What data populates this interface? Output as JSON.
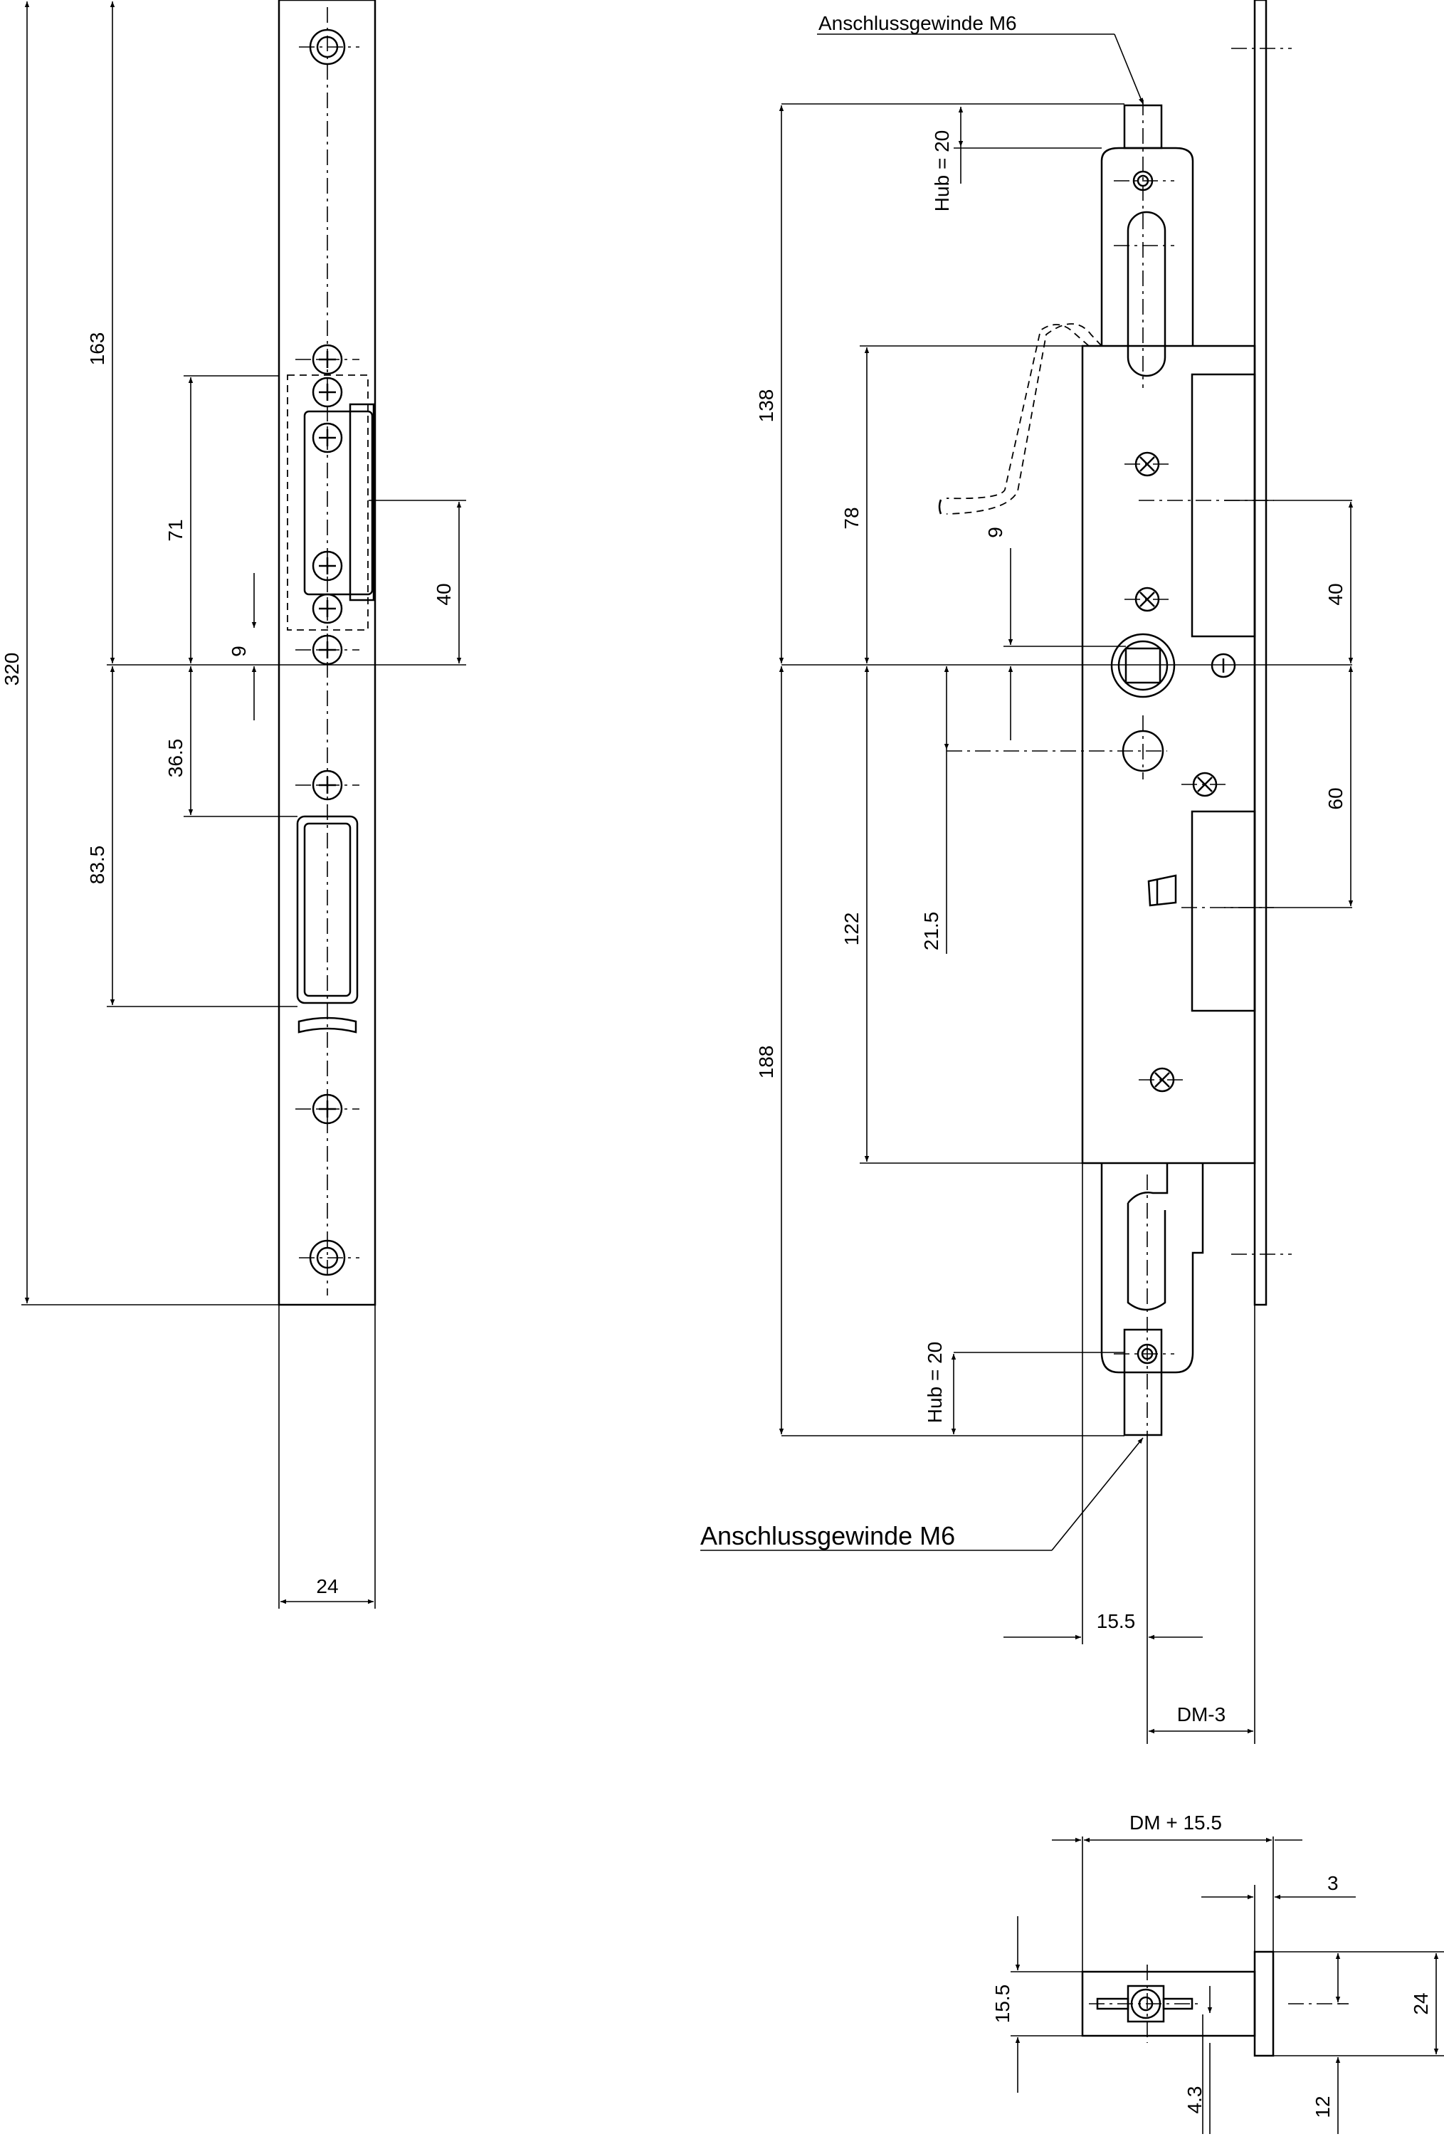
{
  "labels": {
    "thread_top": "Anschlussgewinde M6",
    "thread_bottom": "Anschlussgewinde M6",
    "stroke_top": "Hub = 20",
    "stroke_bottom": "Hub = 20",
    "dm_minus": "DM-3",
    "dm_plus": "DM + 15.5"
  },
  "strike_plate": {
    "height": "320",
    "top_to_center": "163",
    "latch_zone": "71",
    "offset": "9",
    "latch_to_bolt": "40",
    "center_to_bolt_opening": "36.5",
    "center_to_bolt_opening_end": "83.5",
    "width": "24"
  },
  "lock": {
    "top_to_center": "138",
    "case_top_to_center": "78",
    "offset": "9",
    "latch_to_center": "40",
    "center_to_bolt": "60",
    "case_center_to_bottom": "122",
    "follower_to_cylinder": "21.5",
    "center_to_bottom": "188",
    "backset_offset": "15.5"
  },
  "section": {
    "faceplate_thickness": "3",
    "case_height": "15.5",
    "width": "24",
    "offset_left": "4.3",
    "offset_right": "12"
  }
}
